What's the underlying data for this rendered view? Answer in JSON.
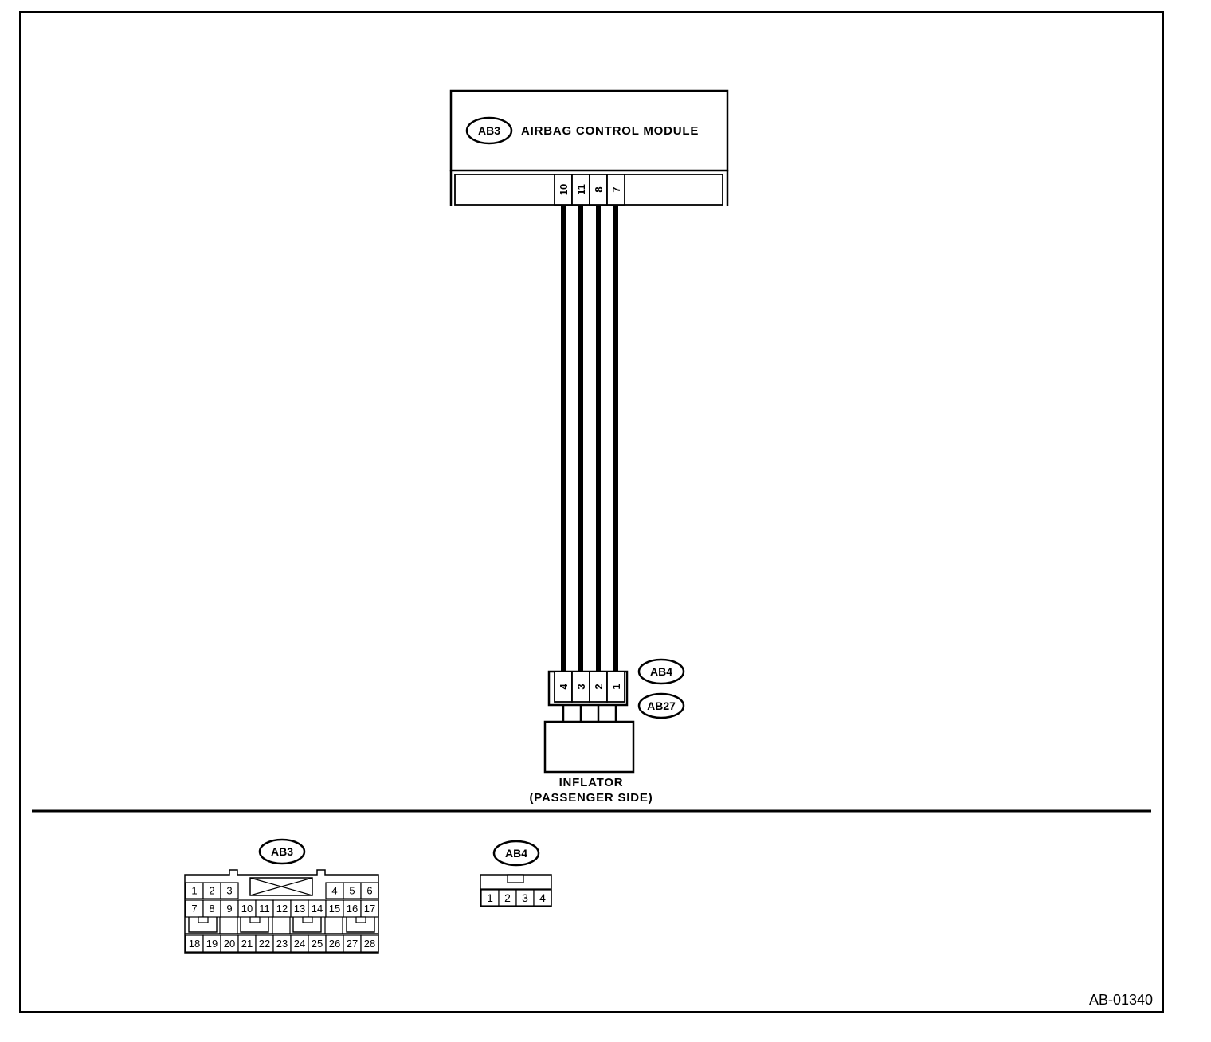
{
  "module": {
    "connector_id": "AB3",
    "name": "AIRBAG CONTROL MODULE",
    "pins": [
      "10",
      "11",
      "8",
      "7"
    ]
  },
  "inflator": {
    "connector_ids": [
      "AB4",
      "AB27"
    ],
    "pins": [
      "4",
      "3",
      "2",
      "1"
    ],
    "name_line1": "INFLATOR",
    "name_line2": "(PASSENGER SIDE)"
  },
  "connector_views": {
    "ab3": {
      "id": "AB3",
      "row1_left": [
        "1",
        "2",
        "3"
      ],
      "row1_right": [
        "4",
        "5",
        "6"
      ],
      "row2": [
        "7",
        "8",
        "9",
        "10",
        "11",
        "12",
        "13",
        "14",
        "15",
        "16",
        "17"
      ],
      "row3": [
        "18",
        "19",
        "20",
        "21",
        "22",
        "23",
        "24",
        "25",
        "26",
        "27",
        "28"
      ]
    },
    "ab4": {
      "id": "AB4",
      "pins": [
        "1",
        "2",
        "3",
        "4"
      ]
    }
  },
  "figure_code": "AB-01340"
}
